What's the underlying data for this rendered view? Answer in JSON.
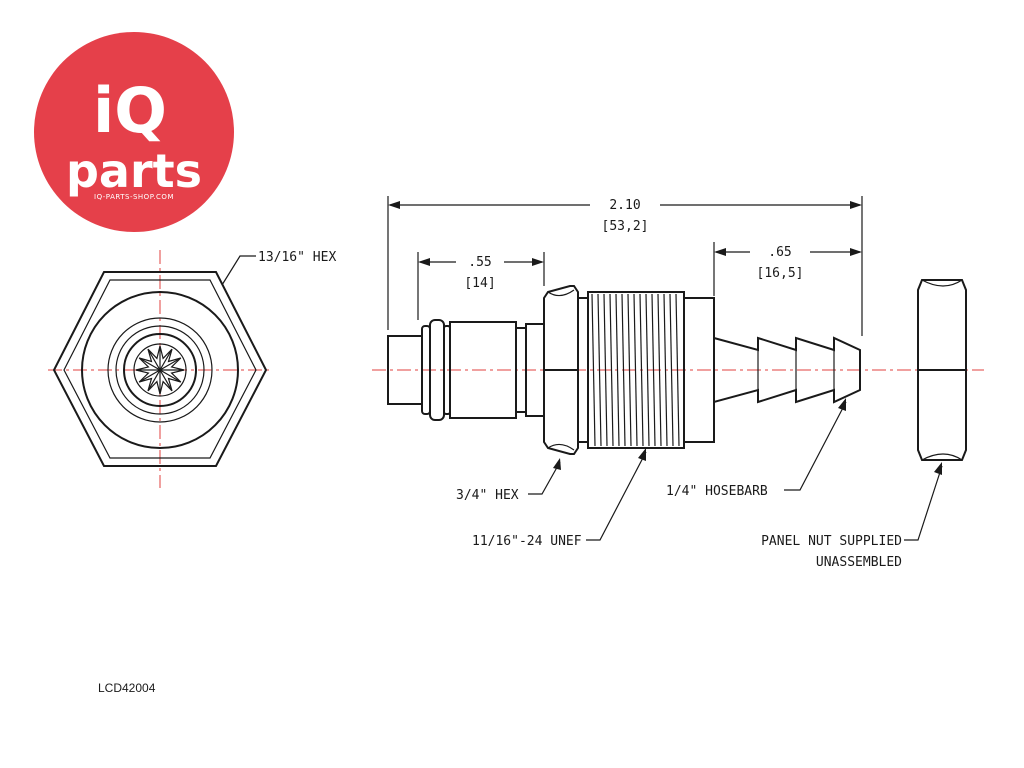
{
  "logo": {
    "brand_top": "iQ",
    "brand_bottom": "parts",
    "url": "IQ-PARTS-SHOP.COM",
    "color": "#e5404a"
  },
  "dimensions": {
    "overall_in": "2.10",
    "overall_mm": "[53,2]",
    "front_in": ".55",
    "front_mm": "[14]",
    "barb_in": ".65",
    "barb_mm": "[16,5]"
  },
  "callouts": {
    "end_hex": "13/16\" HEX",
    "body_hex": "3/4\" HEX",
    "thread": "11/16\"-24 UNEF",
    "hosebarb": "1/4\" HOSEBARB",
    "panel_nut_line1": "PANEL NUT SUPPLIED",
    "panel_nut_line2": "UNASSEMBLED"
  },
  "part_number": "LCD42004",
  "colors": {
    "line": "#1a1a1a",
    "centerline": "#e2413f"
  }
}
